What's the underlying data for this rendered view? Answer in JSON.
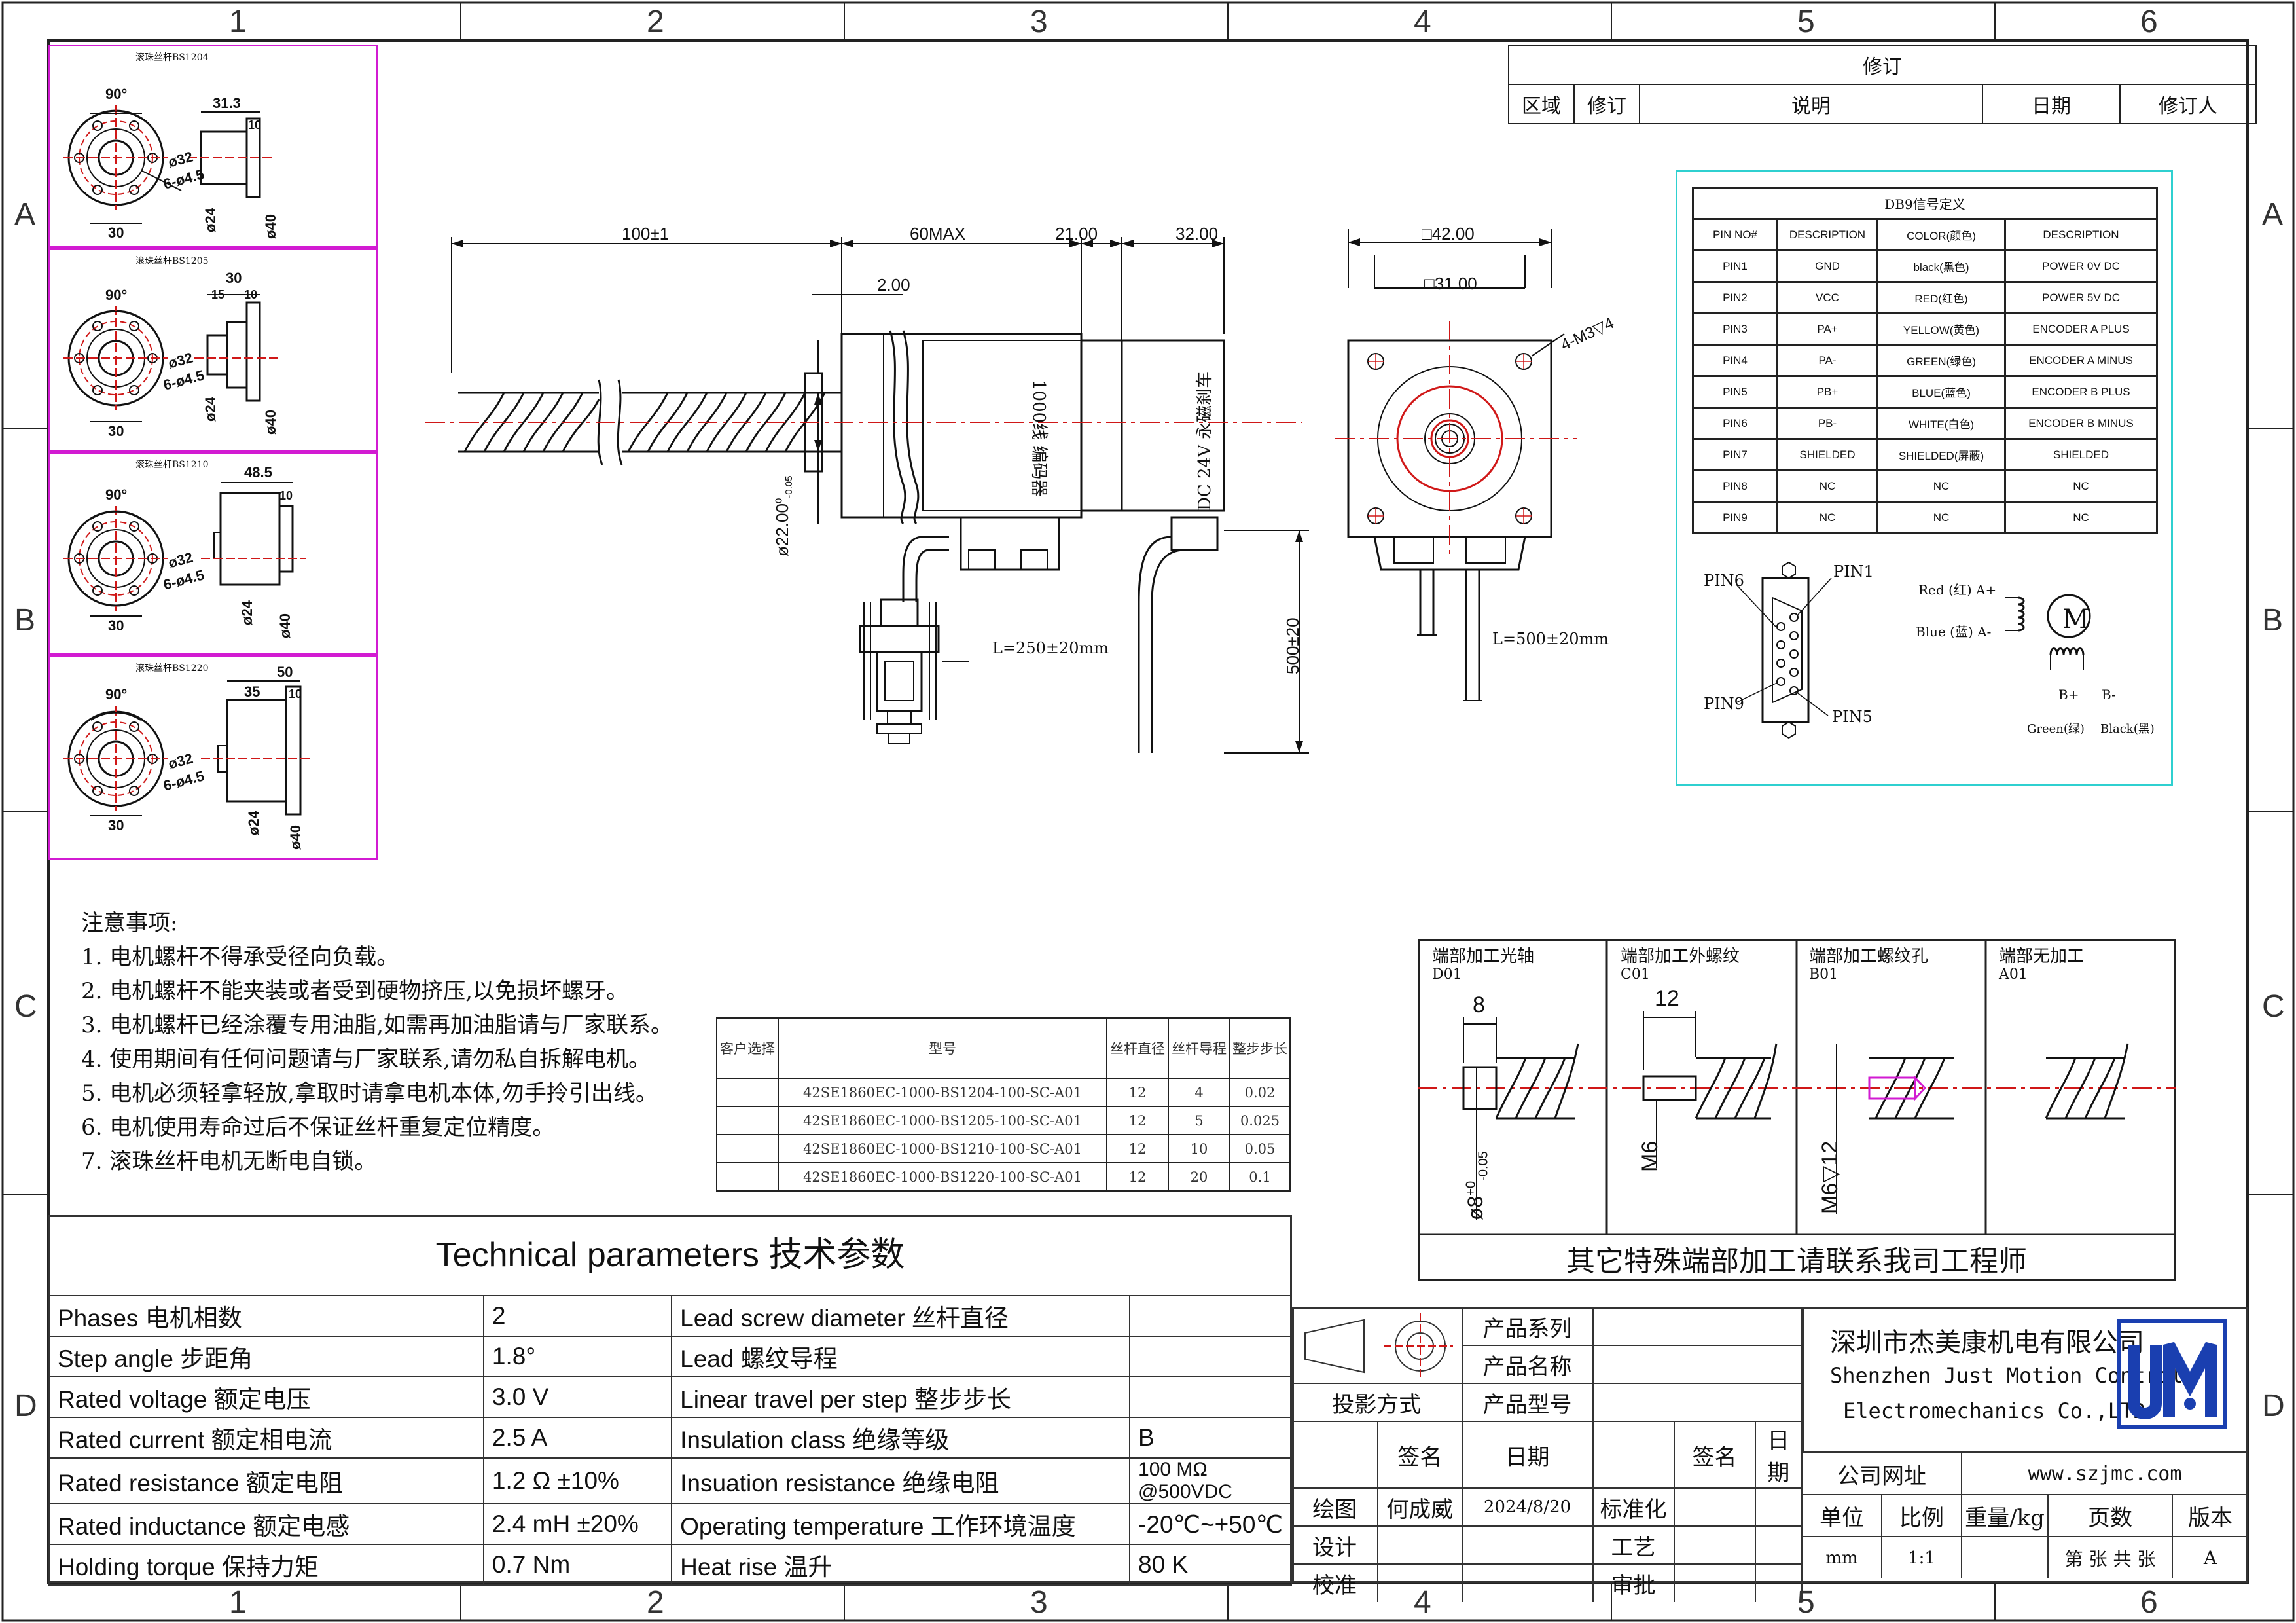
{
  "grid": {
    "columns": [
      "1",
      "2",
      "3",
      "4",
      "5",
      "6"
    ],
    "rows": [
      "A",
      "B",
      "C",
      "D"
    ]
  },
  "revision": {
    "title": "修订",
    "headers": [
      "区域",
      "修订",
      "说明",
      "日期",
      "修订人"
    ]
  },
  "ballscrews": [
    {
      "label": "滚珠丝杆BS1204",
      "angle": "90°",
      "d1": "ø32",
      "holes": "6-ø4.5",
      "w": "30",
      "len": "31.3",
      "flange": "10",
      "d2": "ø24",
      "d3": "ø40"
    },
    {
      "label": "滚珠丝杆BS1205",
      "angle": "90°",
      "d1": "ø32",
      "holes": "6-ø4.5",
      "w": "30",
      "len": "30",
      "flange": "15",
      "flange2": "10",
      "d2": "ø24",
      "d3": "ø40"
    },
    {
      "label": "滚珠丝杆BS1210",
      "angle": "90°",
      "d1": "ø32",
      "holes": "6-ø4.5",
      "w": "30",
      "len": "48.5",
      "flange": "10",
      "d2": "ø24",
      "d3": "ø40"
    },
    {
      "label": "滚珠丝杆BS1220",
      "angle": "90°",
      "d1": "ø32",
      "holes": "6-ø4.5",
      "w": "30",
      "len": "50",
      "flange": "35",
      "flange2": "10",
      "d2": "ø24",
      "d3": "ø40"
    }
  ],
  "side_view": {
    "dim_screw": "100±1",
    "dim_body": "60MAX",
    "dim_enc": "21.00",
    "dim_brake": "32.00",
    "dim_boss": "2.00",
    "dim_dia": "ø22.00",
    "dia_tol_upper": "0",
    "dia_tol_lower": "-0.05",
    "cable1": "L=250±20mm",
    "dim_cable": "500±20",
    "encoder_text": "1000线 编码器",
    "brake_text": "DC 24V 永磁刹车"
  },
  "front_view": {
    "dim_outer": "□42.00",
    "dim_inner": "□31.00",
    "screw_holes": "4-M3▽4",
    "cable": "L=500±20mm"
  },
  "db9": {
    "title": "DB9信号定义",
    "headers": [
      "PIN NO#",
      "DESCRIPTION",
      "COLOR(颜色)",
      "DESCRIPTION"
    ],
    "rows": [
      [
        "PIN1",
        "GND",
        "black(黑色)",
        "POWER 0V DC"
      ],
      [
        "PIN2",
        "VCC",
        "RED(红色)",
        "POWER 5V DC"
      ],
      [
        "PIN3",
        "PA+",
        "YELLOW(黄色)",
        "ENCODER A PLUS"
      ],
      [
        "PIN4",
        "PA-",
        "GREEN(绿色)",
        "ENCODER A MINUS"
      ],
      [
        "PIN5",
        "PB+",
        "BLUE(蓝色)",
        "ENCODER B PLUS"
      ],
      [
        "PIN6",
        "PB-",
        "WHITE(白色)",
        "ENCODER B MINUS"
      ],
      [
        "PIN7",
        "SHIELDED",
        "SHIELDED(屏蔽)",
        "SHIELDED"
      ],
      [
        "PIN8",
        "NC",
        "NC",
        "NC"
      ],
      [
        "PIN9",
        "NC",
        "NC",
        "NC"
      ]
    ],
    "pin6": "PIN6",
    "pin1": "PIN1",
    "pin9": "PIN9",
    "pin5": "PIN5",
    "red": "Red (红) A+",
    "blue": "Blue (蓝) A-",
    "bplus": "B+",
    "bminus": "B-",
    "green": "Green(绿)",
    "black": "Black(黑)",
    "motor": "M"
  },
  "notes": {
    "title": "注意事项:",
    "items": [
      "1. 电机螺杆不得承受径向负载。",
      "2. 电机螺杆不能夹装或者受到硬物挤压,以免损坏螺牙。",
      "3. 电机螺杆已经涂覆专用油脂,如需再加油脂请与厂家联系。",
      "4. 使用期间有任何问题请与厂家联系,请勿私自拆解电机。",
      "5. 电机必须轻拿轻放,拿取时请拿电机本体,勿手拎引出线。",
      "6. 电机使用寿命过后不保证丝杆重复定位精度。",
      "7. 滚珠丝杆电机无断电自锁。"
    ]
  },
  "models": {
    "headers": [
      "客户选择",
      "型号",
      "丝杆直径",
      "丝杆导程",
      "整步步长"
    ],
    "rows": [
      [
        "",
        "42SE1860EC-1000-BS1204-100-SC-A01",
        "12",
        "4",
        "0.02"
      ],
      [
        "",
        "42SE1860EC-1000-BS1205-100-SC-A01",
        "12",
        "5",
        "0.025"
      ],
      [
        "",
        "42SE1860EC-1000-BS1210-100-SC-A01",
        "12",
        "10",
        "0.05"
      ],
      [
        "",
        "42SE1860EC-1000-BS1220-100-SC-A01",
        "12",
        "20",
        "0.1"
      ]
    ]
  },
  "ends": {
    "items": [
      {
        "title": "端部加工光轴",
        "code": "D01",
        "dim1": "8",
        "dim2": "ø8"
      },
      {
        "title": "端部加工外螺纹",
        "code": "C01",
        "dim1": "12",
        "dim2": "M6"
      },
      {
        "title": "端部加工螺纹孔",
        "code": "B01",
        "dim2": "M6▽12"
      },
      {
        "title": "端部无加工",
        "code": "A01"
      }
    ],
    "d01_tol_upper": "+0",
    "d01_tol_lower": "-0.05",
    "footer": "其它特殊端部加工请联系我司工程师"
  },
  "tech": {
    "title": "Technical parameters 技术参数",
    "rows": [
      [
        "Phases 电机相数",
        "2",
        "Lead screw diameter 丝杆直径",
        ""
      ],
      [
        "Step angle 步距角",
        "1.8°",
        "Lead 螺纹导程",
        ""
      ],
      [
        "Rated voltage 额定电压",
        "3.0 V",
        "Linear travel per step 整步步长",
        ""
      ],
      [
        "Rated current 额定相电流",
        "2.5 A",
        "Insulation class 绝缘等级",
        "B"
      ],
      [
        "Rated resistance 额定电阻",
        "1.2 Ω  ±10%",
        "Insuation resistance 绝缘电阻",
        "100 MΩ @500VDC"
      ],
      [
        "Rated inductance 额定电感",
        "2.4 mH ±20%",
        "Operating temperature 工作环境温度",
        "-20℃~+50℃"
      ],
      [
        "Holding torque 保持力矩",
        "0.7 Nm",
        "Heat rise 温升",
        "80 K"
      ]
    ]
  },
  "titleblock": {
    "projection": "投影方式",
    "series": "产品系列",
    "name": "产品名称",
    "model": "产品型号",
    "sign": "签名",
    "date": "日期",
    "draw": "绘图",
    "drawer": "何成威",
    "draw_date": "2024/8/20",
    "design": "设计",
    "check": "校准",
    "std": "标准化",
    "process": "工艺",
    "approve": "审批",
    "company_cn": "深圳市杰美康机电有限公司",
    "company_en1": "Shenzhen Just Motion Control",
    "company_en2": "Electromechanics Co.,LTD",
    "site_label": "公司网址",
    "site": "www.szjmc.com",
    "unit": "单位",
    "scale": "比例",
    "weight": "重量/kg",
    "pages": "页数",
    "version": "版本",
    "unit_v": "mm",
    "scale_v": "1:1",
    "pages_v": "第 张 共 张",
    "version_v": "A"
  },
  "colors": {
    "magenta": "#d21bd2",
    "cyan": "#2fd0d0",
    "red": "#d01818",
    "logo": "#1a3fb0"
  }
}
